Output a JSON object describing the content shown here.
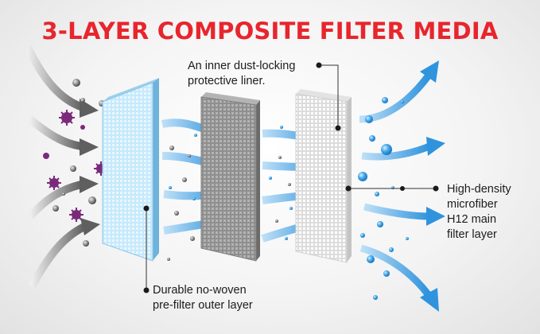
{
  "title": "3-LAYER COMPOSITE FILTER MEDIA",
  "callouts": {
    "inner_liner": {
      "line1": "An inner dust-locking",
      "line2": "protective liner."
    },
    "high_density": {
      "line1": "High-density",
      "line2": "microfiber",
      "line3": "H12 main",
      "line4": "filter layer"
    },
    "durable": {
      "line1": "Durable no-woven",
      "line2": "pre-filter outer layer"
    }
  },
  "colors": {
    "title": "#e8252d",
    "pre_filter_layer": "#bfe6fb",
    "main_filter_layer": "#9a9a9a",
    "liner_layer": "#f6f6f6",
    "clean_airflow": "#3aa0e0",
    "dirty_airflow": "#7a7a7a",
    "pathogen": "#7b2a7b"
  },
  "icons": [
    "dirty-air-arrow",
    "clean-air-arrow",
    "filter-layer",
    "dust-particle",
    "virus-particle",
    "droplet"
  ]
}
